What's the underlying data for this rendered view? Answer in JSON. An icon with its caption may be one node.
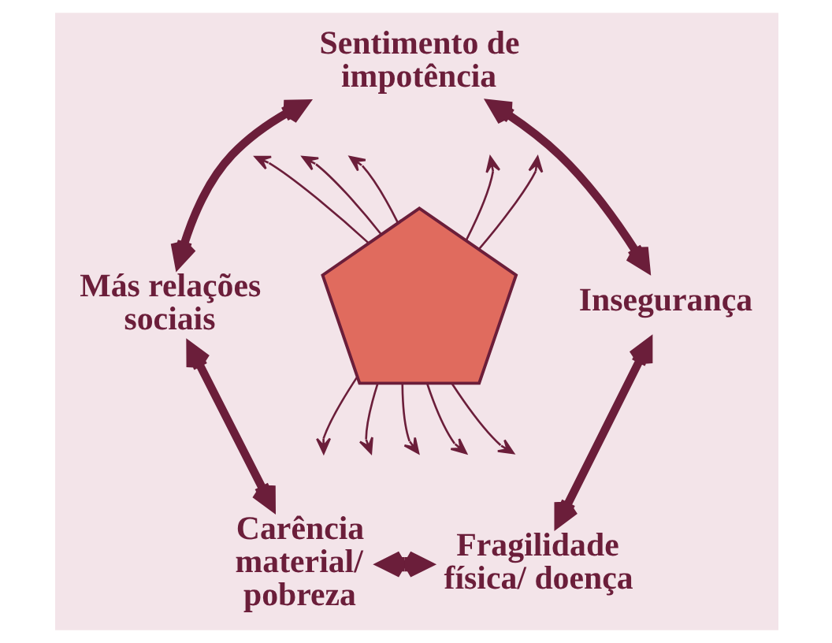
{
  "diagram": {
    "nodes": [
      {
        "text": [
          "Sentimento de impotência"
        ]
      },
      {
        "text": [
          "Más relações sociais"
        ]
      },
      {
        "text": [],
        "shape": "pentagon"
      },
      {
        "text": [
          "Insegurança"
        ]
      },
      {
        "text": [
          "Carência material/ pobreza"
        ]
      },
      {
        "text": [
          "Fragilidade física/ doença"
        ]
      }
    ],
    "edges": [
      {
        "from": 0,
        "to": 3,
        "arrow": "both",
        "style": "thick"
      },
      {
        "from": 3,
        "to": 5,
        "arrow": "both",
        "style": "thick"
      },
      {
        "from": 4,
        "to": 5,
        "arrow": "both",
        "style": "thick"
      },
      {
        "from": 1,
        "to": 4,
        "arrow": "both",
        "style": "thick"
      },
      {
        "from": 1,
        "to": 0,
        "arrow": "both",
        "style": "thick"
      },
      {
        "from": 2,
        "to": null,
        "arrow": "to"
      },
      {
        "from": 2,
        "to": null,
        "arrow": "to"
      },
      {
        "from": 2,
        "to": null,
        "arrow": "to"
      },
      {
        "from": 2,
        "to": null,
        "arrow": "to"
      },
      {
        "from": 2,
        "to": null,
        "arrow": "to"
      },
      {
        "from": 2,
        "to": null,
        "arrow": "to"
      },
      {
        "from": 2,
        "to": null,
        "arrow": "to"
      },
      {
        "from": 2,
        "to": null,
        "arrow": "to"
      },
      {
        "from": 2,
        "to": null,
        "arrow": "to"
      },
      {
        "from": 2,
        "to": null,
        "arrow": "to"
      }
    ]
  }
}
